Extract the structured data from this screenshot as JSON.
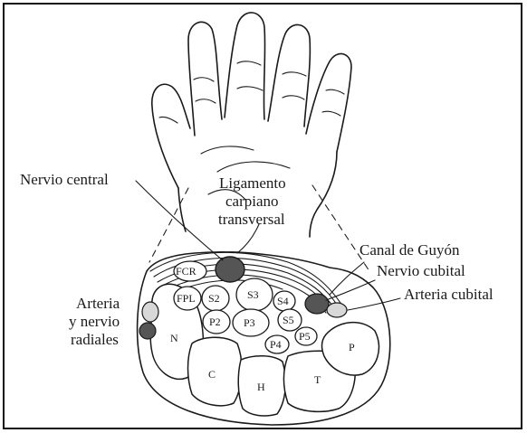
{
  "labels": {
    "nervio_central": "Nervio central",
    "ligamento_1": "Ligamento",
    "ligamento_2": "carpiano",
    "ligamento_3": "transversal",
    "canal_guyon": "Canal de Guyón",
    "nervio_cubital": "Nervio cubital",
    "arteria_cubital": "Arteria cubital",
    "arteria_radial_1": "Arteria",
    "arteria_radial_2": "y nervio",
    "arteria_radial_3": "radiales"
  },
  "structures": {
    "fcr": "FCR",
    "fpl": "FPL",
    "s2": "S2",
    "s3": "S3",
    "s4": "S4",
    "s5": "S5",
    "p2": "P2",
    "p3": "P3",
    "p4": "P4",
    "p5": "P5",
    "n": "N",
    "c": "C",
    "h": "H",
    "t": "T",
    "p": "P"
  },
  "colors": {
    "ink": "#1a1a1a",
    "nerve_fill": "#555555",
    "artery_fill": "#d8d8d8"
  }
}
